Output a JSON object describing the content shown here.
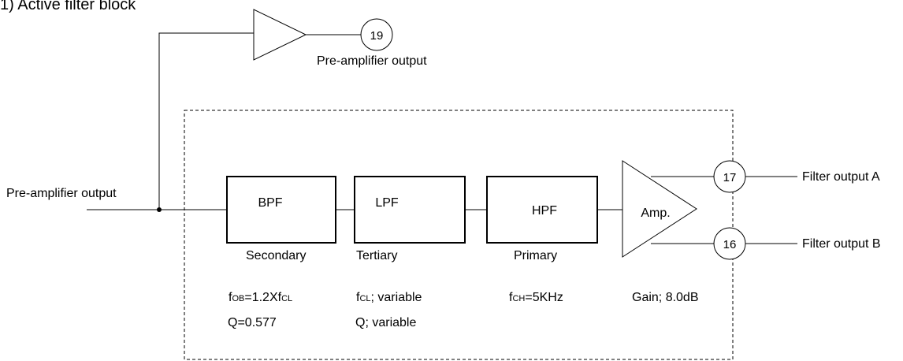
{
  "section_title": "1)   Active filter block",
  "preamp": {
    "input_label": "Pre-amplifier output",
    "output_label": "Pre-amplifier output",
    "output_pin": "19"
  },
  "blocks": {
    "bpf": {
      "label": "BPF",
      "order": "Secondary",
      "param1_main": "f",
      "param1_sub": "OB",
      "param1_rest": "=1.2Xf",
      "param1_sub2": "CL",
      "param2": "Q=0.577"
    },
    "lpf": {
      "label": "LPF",
      "order": "Tertiary",
      "param1_main": "f",
      "param1_sub": "CL",
      "param1_rest": "; variable",
      "param2": "Q; variable"
    },
    "hpf": {
      "label": "HPF",
      "order": "Primary",
      "param1_main": "f",
      "param1_sub": "CH",
      "param1_rest": "=5KHz"
    },
    "amp": {
      "label": "Amp.",
      "gain": "Gain; 8.0dB"
    }
  },
  "outputs": {
    "a": {
      "pin": "17",
      "label": "Filter output A"
    },
    "b": {
      "pin": "16",
      "label": "Filter output B"
    }
  }
}
